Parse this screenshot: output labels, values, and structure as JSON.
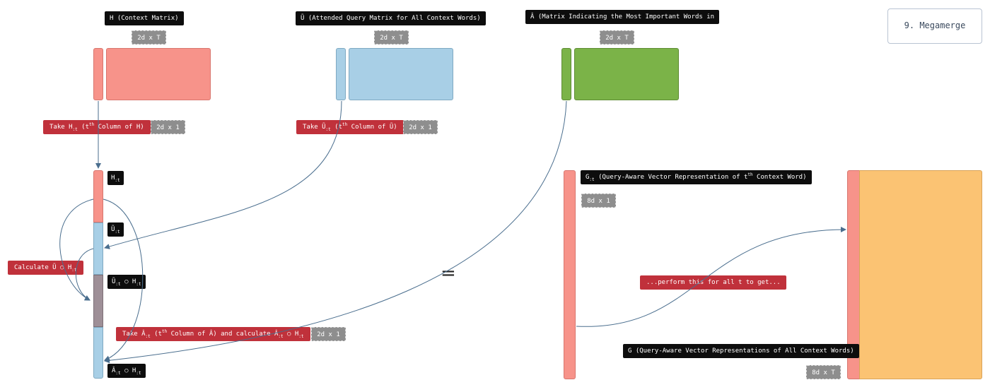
{
  "title": "9. Megamerge",
  "matrix_labels": {
    "H": "H (Context Matrix)",
    "U": "Ũ (Attended Query Matrix for All Context Words)",
    "A": "Â (Matrix Indicating the Most Important Words in"
  },
  "dims": {
    "H": "2d x T",
    "U": "2d x T",
    "A": "2d x T",
    "Hcol": "2d x 1",
    "Ucol": "2d x 1",
    "Acol": "2d x 1",
    "Gcol": "8d x 1",
    "G": "8d x T"
  },
  "steps": {
    "take_H": {
      "pre": "Take H",
      "sub": ":t",
      "mid": " (t",
      "sup": "th",
      "post": " Column of H)"
    },
    "take_U": {
      "pre": "Take Ũ",
      "sub": ":t",
      "mid": " (t",
      "sup": "th",
      "post": " Column of Ũ)"
    },
    "calc_UH": {
      "pre": "Calculate Ũ",
      "sub1": ":t",
      "mid": " ○ H",
      "sub2": ":t"
    },
    "take_A": {
      "pre": "Take Â",
      "sub1": ":t",
      "mid": " (t",
      "sup": "th",
      "post": " Column of Â) and calculate Â",
      "sub2": ":t",
      "post2": " ○ H",
      "sub3": ":t"
    },
    "perform": "...perform this for all t to get..."
  },
  "stack_labels": {
    "h": {
      "pre": "H",
      "sub": ":t"
    },
    "u": {
      "pre": "Ũ",
      "sub": ":t"
    },
    "uh": {
      "pre": "Ũ",
      "sub1": ":t",
      "mid": " ○ H",
      "sub2": ":t"
    },
    "ah": {
      "pre": "Â",
      "sub1": ":t",
      "mid": " ○ H",
      "sub2": ":t"
    }
  },
  "g_labels": {
    "col": {
      "pre": "G",
      "sub": ":t",
      "mid": " (Query-Aware Vector Representation of t",
      "sup": "th",
      "post": " Context Word)"
    },
    "full": "G (Query-Aware Vector Representations of All Context Words)"
  },
  "equals": "=",
  "colors": {
    "H": "#f7938a",
    "U": "#a8cfe6",
    "A": "#7bb348",
    "UH": "#9e8f97",
    "AH": "#a8cfe6",
    "G": "#fbc373",
    "red_label": "#c0313b",
    "arrow": "#4a6e8e"
  }
}
